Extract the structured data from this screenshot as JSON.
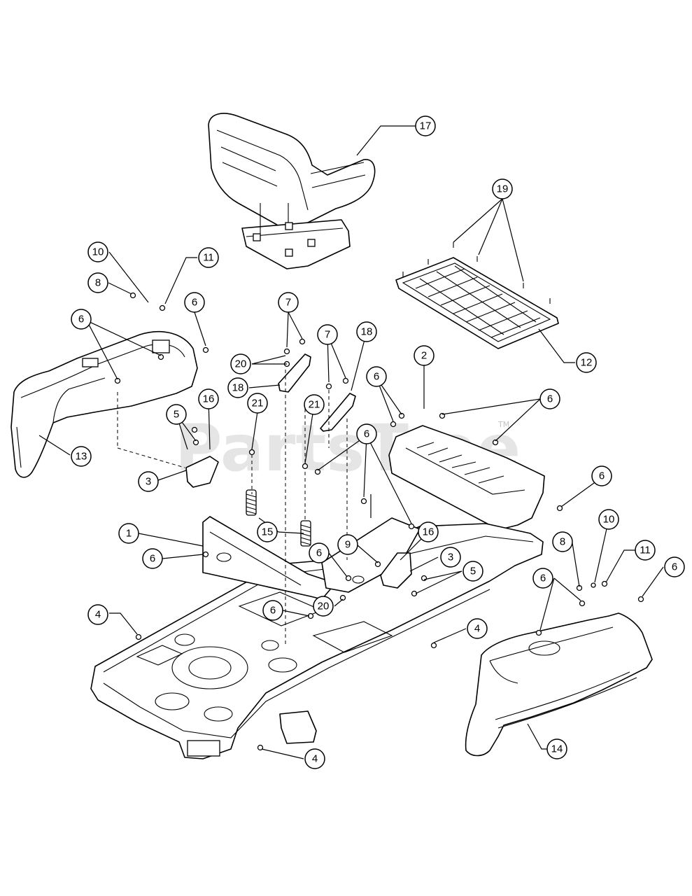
{
  "watermark": {
    "text": "PartsTree",
    "trademark": "TM"
  },
  "callouts": [
    {
      "label": "17"
    },
    {
      "label": "19"
    },
    {
      "label": "10"
    },
    {
      "label": "11"
    },
    {
      "label": "8"
    },
    {
      "label": "6"
    },
    {
      "label": "6"
    },
    {
      "label": "7"
    },
    {
      "label": "7"
    },
    {
      "label": "18"
    },
    {
      "label": "20"
    },
    {
      "label": "18"
    },
    {
      "label": "6"
    },
    {
      "label": "2"
    },
    {
      "label": "6"
    },
    {
      "label": "12"
    },
    {
      "label": "13"
    },
    {
      "label": "5"
    },
    {
      "label": "16"
    },
    {
      "label": "21"
    },
    {
      "label": "21"
    },
    {
      "label": "6"
    },
    {
      "label": "3"
    },
    {
      "label": "6"
    },
    {
      "label": "1"
    },
    {
      "label": "15"
    },
    {
      "label": "9"
    },
    {
      "label": "16"
    },
    {
      "label": "10"
    },
    {
      "label": "6"
    },
    {
      "label": "6"
    },
    {
      "label": "3"
    },
    {
      "label": "8"
    },
    {
      "label": "11"
    },
    {
      "label": "6"
    },
    {
      "label": "5"
    },
    {
      "label": "6"
    },
    {
      "label": "20"
    },
    {
      "label": "6"
    },
    {
      "label": "4"
    },
    {
      "label": "4"
    },
    {
      "label": "4"
    },
    {
      "label": "14"
    }
  ]
}
